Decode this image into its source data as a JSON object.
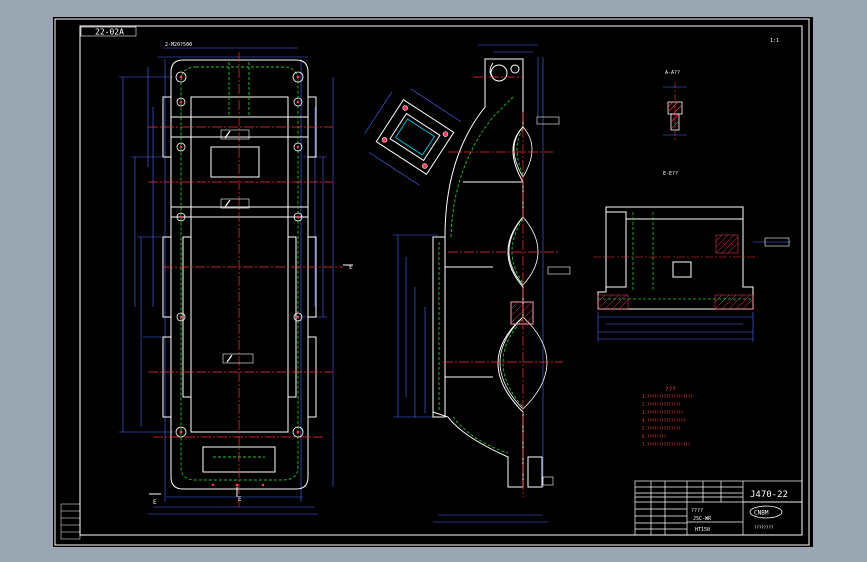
{
  "sheet": {
    "corner_tag": "22-02A",
    "top_right_mark": "1:1",
    "drawing_number": "J470-22",
    "table_cell_1": "????",
    "table_cell_2": "JSC-WR",
    "table_cell_3": "HT150",
    "company_logo_text": "CNBM",
    "company_name": "????????"
  },
  "views": {
    "front_callout_top": "2-M20?500",
    "side_callout_1": "A-A??",
    "section_label": "E-E??",
    "label_e_left": "E",
    "label_e_bottom": "E",
    "label_e_right": "E"
  },
  "notes": {
    "title": "???",
    "lines": [
      "1.???????????????????",
      "2.??????????????",
      "3.???????????????",
      "4.????????????????",
      "5.??????????????",
      "6.????????",
      "7.??????????????????"
    ]
  },
  "colors": {
    "background": "#000000",
    "frame": "#ffffff",
    "dimension": "#4a6bff",
    "centerline": "#ff3030",
    "hidden": "#26c226",
    "cyan": "#00d8ff",
    "hatch": "#ff3b5c"
  }
}
